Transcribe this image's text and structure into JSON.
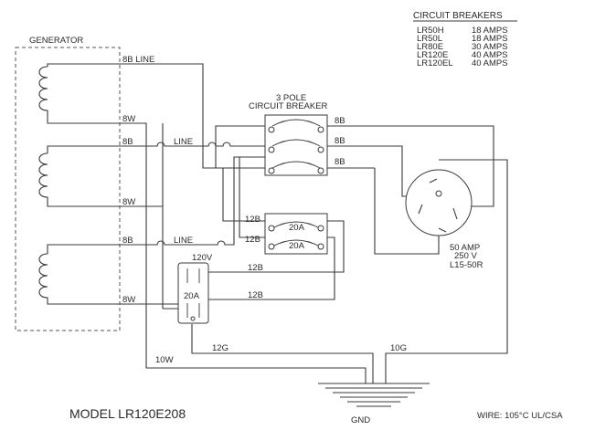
{
  "legend": {
    "title": "CIRCUIT BREAKERS",
    "rows": [
      {
        "model": "LR50H",
        "amps": "18 AMPS"
      },
      {
        "model": "LR50L",
        "amps": "18 AMPS"
      },
      {
        "model": "LR80E",
        "amps": "30 AMPS"
      },
      {
        "model": "LR120E",
        "amps": "40 AMPS"
      },
      {
        "model": "LR120EL",
        "amps": "40 AMPS"
      }
    ]
  },
  "generator_label": "GENERATOR",
  "wire_labels": {
    "top_8b_line": "8B  LINE",
    "w8w_1": "8W",
    "w8b_2": "8B",
    "line_2": "LINE",
    "w8w_3": "8W",
    "w8b_3": "8B",
    "line_3": "LINE",
    "w8w_4": "8W",
    "w10w": "10W",
    "w12g": "12G",
    "w10g": "10G"
  },
  "breaker3": {
    "label_line1": "3 POLE",
    "label_line2": "CIRCUIT BREAKER",
    "out_labels": [
      "8B",
      "8B",
      "8B"
    ]
  },
  "breaker20": {
    "labels": [
      "20A",
      "20A"
    ],
    "in_labels": [
      "12B",
      "12B"
    ]
  },
  "receptacle120": {
    "volt": "120V",
    "amp": "20A",
    "wire_labels": [
      "12B",
      "12B"
    ]
  },
  "receptacle50": {
    "line1": "50 AMP",
    "line2": "250 V",
    "line3": "L15-50R"
  },
  "gnd_label": "GND",
  "model_label": "MODEL LR120E208",
  "wire_note": "WIRE: 105°C UL/CSA"
}
